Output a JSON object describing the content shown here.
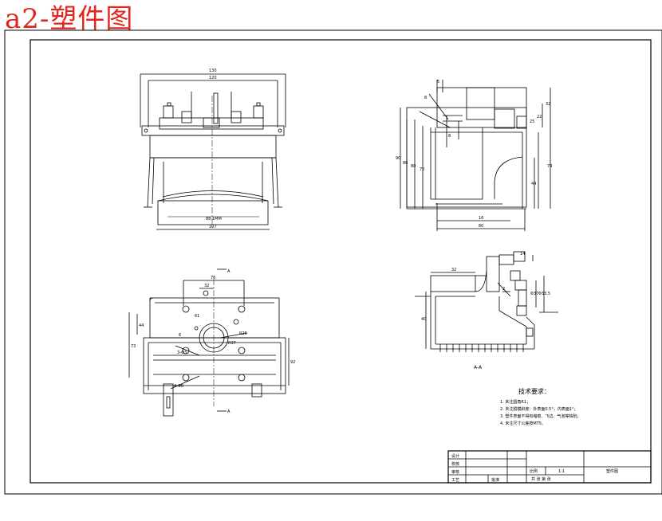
{
  "title": "a2-塑件图",
  "colors": {
    "title": "#e1271e",
    "line": "#000000",
    "paper": "#ffffff"
  },
  "views": {
    "front": {
      "dimensions": [
        "130",
        "120",
        "88.1MM",
        "107"
      ]
    },
    "side": {
      "dimensions": [
        "5",
        "8",
        "32",
        "22",
        "25",
        "8",
        "90",
        "86",
        "80",
        "70",
        "44",
        "74",
        "80",
        "16"
      ]
    },
    "top": {
      "section_mark": "A",
      "dimensions": [
        "76",
        "32",
        "44",
        "73",
        "92",
        "61",
        "6",
        "R25",
        "R37",
        "3-Φ3",
        "4-Φ8"
      ]
    },
    "section": {
      "label": "A-A",
      "dimensions": [
        "32",
        "14",
        "40",
        "Φ37",
        "Φ33.5",
        "2"
      ]
    }
  },
  "requirements": {
    "heading": "技术要求：",
    "items": [
      "1. 未注圆角R1；",
      "2. 未注脱模斜度：外表面0.5°，内表面1°；",
      "3. 塑件表面不得有缩痕、飞边、气泡等缺陷；",
      "4. 未注尺寸公差按MT5。"
    ]
  },
  "title_block": {
    "rows": [
      "设计",
      "校核",
      "审核",
      "工艺"
    ],
    "approve": "批准",
    "scale_label": "比例",
    "scale_value": "1:1",
    "sheet_label": "共  张  第  张",
    "part_name": "塑件图"
  }
}
